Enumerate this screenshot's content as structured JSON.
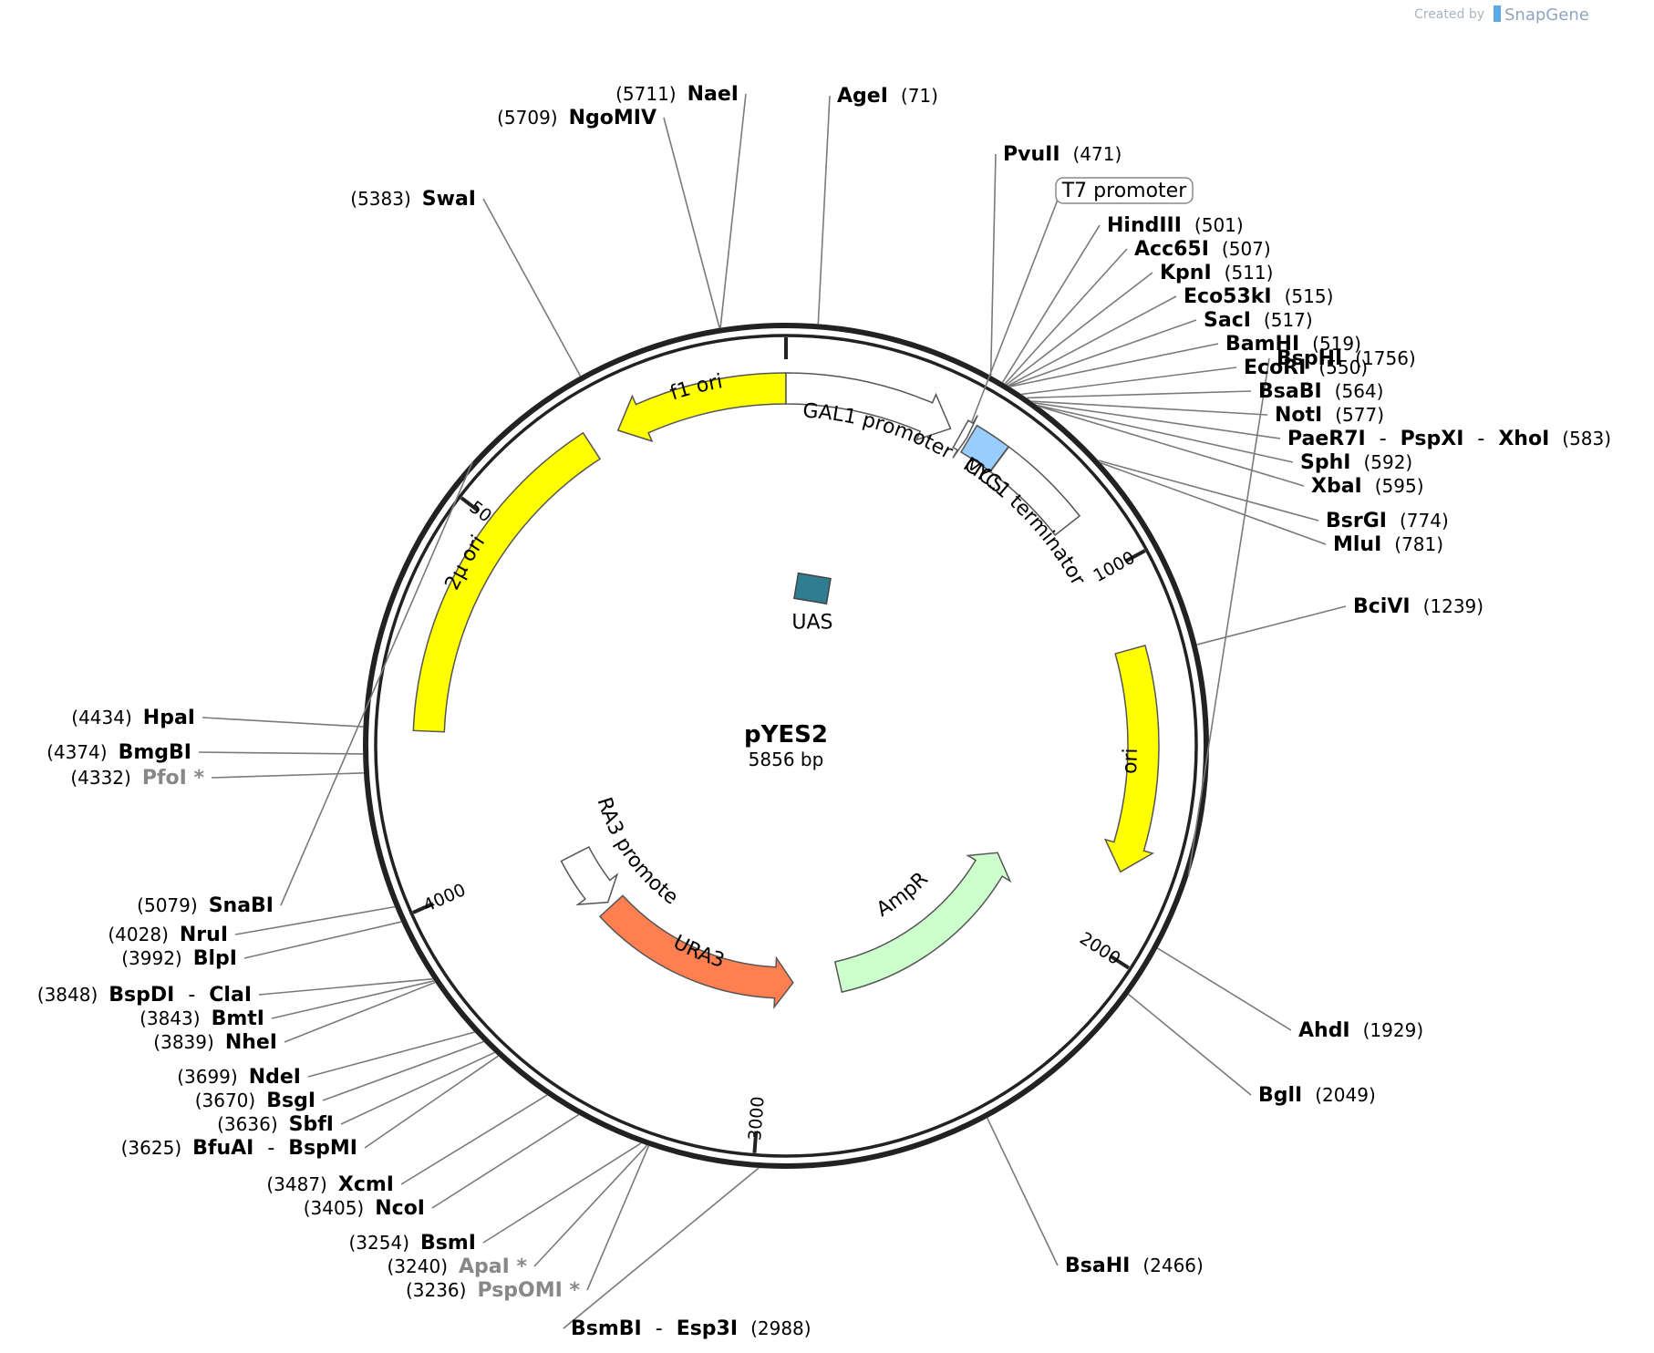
{
  "app": {
    "credit_prefix": "Created by",
    "credit_brand": "SnapGene",
    "brand_color": "#5aa9e6"
  },
  "map": {
    "name": "pYES2",
    "size_label": "5856 bp",
    "total_bp": 5856
  },
  "ticks": [
    {
      "bp": 0,
      "label": ""
    },
    {
      "bp": 1000,
      "label": "1000"
    },
    {
      "bp": 2000,
      "label": "2000"
    },
    {
      "bp": 3000,
      "label": "3000"
    },
    {
      "bp": 4000,
      "label": "4000"
    },
    {
      "bp": 5000,
      "label": "5000"
    }
  ],
  "features": [
    {
      "name": "f1 ori",
      "start": 5856,
      "end": 5400,
      "direction": "reverse",
      "color": "#ffff00",
      "lane": 1,
      "label_inside": true
    },
    {
      "name": "GAL1 promoter",
      "start": 0,
      "end": 446,
      "direction": "forward",
      "color": "#ffffff",
      "lane": 1,
      "label_inside": false
    },
    {
      "name": "T7 promoter",
      "start": 476,
      "end": 495,
      "direction": "forward",
      "color": "#ffffff",
      "lane": 1,
      "label_inside": false
    },
    {
      "name": "MCS",
      "start": 501,
      "end": 596,
      "direction": "none",
      "color": "#99ccff",
      "lane": 1,
      "label_inside": false
    },
    {
      "name": "CYC1 terminator",
      "start": 597,
      "end": 845,
      "direction": "none",
      "color": "#ffffff",
      "lane": 1,
      "label_inside": false
    },
    {
      "name": "UAS",
      "start": 120,
      "end": 190,
      "direction": "none",
      "color": "#2e7d91",
      "lane": 3,
      "label_inside": false
    },
    {
      "name": "ori",
      "start": 1210,
      "end": 1800,
      "direction": "forward",
      "color": "#ffff00",
      "lane": 1,
      "label_inside": true
    },
    {
      "name": "AmpR",
      "start": 2720,
      "end": 1900,
      "direction": "reverse",
      "color": "#ccffcc",
      "lane": 2,
      "label_inside": false
    },
    {
      "name": "URA3",
      "start": 3700,
      "end": 2900,
      "direction": "reverse",
      "color": "#ff7f50",
      "lane": 2,
      "label_inside": true
    },
    {
      "name": "URA3 promoter",
      "start": 3950,
      "end": 3720,
      "direction": "reverse",
      "color": "#ffffff",
      "lane": 2,
      "label_inside": false
    },
    {
      "name": "2μ ori",
      "start": 4430,
      "end": 5320,
      "direction": "none",
      "color": "#ffff00",
      "lane": 1,
      "label_inside": true
    }
  ],
  "sites": [
    {
      "names": [
        "NaeI"
      ],
      "pos": "(5711)",
      "bp": 5711,
      "dim": false
    },
    {
      "names": [
        "NgoMIV"
      ],
      "pos": "(5709)",
      "bp": 5709,
      "dim": false
    },
    {
      "names": [
        "AgeI"
      ],
      "pos": "(71)",
      "bp": 71,
      "dim": false
    },
    {
      "names": [
        "PvuII"
      ],
      "pos": "(471)",
      "bp": 471,
      "dim": false
    },
    {
      "names": [
        "HindIII"
      ],
      "pos": "(501)",
      "bp": 501,
      "dim": false
    },
    {
      "names": [
        "Acc65I"
      ],
      "pos": "(507)",
      "bp": 507,
      "dim": false
    },
    {
      "names": [
        "KpnI"
      ],
      "pos": "(511)",
      "bp": 511,
      "dim": false
    },
    {
      "names": [
        "Eco53kI"
      ],
      "pos": "(515)",
      "bp": 515,
      "dim": false
    },
    {
      "names": [
        "SacI"
      ],
      "pos": "(517)",
      "bp": 517,
      "dim": false
    },
    {
      "names": [
        "BamHI"
      ],
      "pos": "(519)",
      "bp": 519,
      "dim": false
    },
    {
      "names": [
        "EcoRI"
      ],
      "pos": "(550)",
      "bp": 550,
      "dim": false
    },
    {
      "names": [
        "BsaBI"
      ],
      "pos": "(564)",
      "bp": 564,
      "dim": false
    },
    {
      "names": [
        "NotI"
      ],
      "pos": "(577)",
      "bp": 577,
      "dim": false
    },
    {
      "names": [
        "PaeR7I",
        "PspXI",
        "XhoI"
      ],
      "pos": "(583)",
      "bp": 583,
      "dim": false
    },
    {
      "names": [
        "SphI"
      ],
      "pos": "(592)",
      "bp": 592,
      "dim": false
    },
    {
      "names": [
        "XbaI"
      ],
      "pos": "(595)",
      "bp": 595,
      "dim": false
    },
    {
      "names": [
        "BsrGI"
      ],
      "pos": "(774)",
      "bp": 774,
      "dim": false
    },
    {
      "names": [
        "MluI"
      ],
      "pos": "(781)",
      "bp": 781,
      "dim": false
    },
    {
      "names": [
        "BciVI"
      ],
      "pos": "(1239)",
      "bp": 1239,
      "dim": false
    },
    {
      "names": [
        "BspHI"
      ],
      "pos": "(1756)",
      "bp": 1756,
      "dim": false
    },
    {
      "names": [
        "AhdI"
      ],
      "pos": "(1929)",
      "bp": 1929,
      "dim": false
    },
    {
      "names": [
        "BglI"
      ],
      "pos": "(2049)",
      "bp": 2049,
      "dim": false
    },
    {
      "names": [
        "BsaHI"
      ],
      "pos": "(2466)",
      "bp": 2466,
      "dim": false
    },
    {
      "names": [
        "BsmBI",
        "Esp3I"
      ],
      "pos": "(2988)",
      "bp": 2988,
      "dim": false
    },
    {
      "names": [
        "PspOMI *"
      ],
      "pos": "(3236)",
      "bp": 3236,
      "dim": true
    },
    {
      "names": [
        "ApaI *"
      ],
      "pos": "(3240)",
      "bp": 3240,
      "dim": true
    },
    {
      "names": [
        "BsmI"
      ],
      "pos": "(3254)",
      "bp": 3254,
      "dim": false
    },
    {
      "names": [
        "NcoI"
      ],
      "pos": "(3405)",
      "bp": 3405,
      "dim": false
    },
    {
      "names": [
        "XcmI"
      ],
      "pos": "(3487)",
      "bp": 3487,
      "dim": false
    },
    {
      "names": [
        "BfuAI",
        "BspMI"
      ],
      "pos": "(3625)",
      "bp": 3625,
      "dim": false
    },
    {
      "names": [
        "SbfI"
      ],
      "pos": "(3636)",
      "bp": 3636,
      "dim": false
    },
    {
      "names": [
        "BsgI"
      ],
      "pos": "(3670)",
      "bp": 3670,
      "dim": false
    },
    {
      "names": [
        "NdeI"
      ],
      "pos": "(3699)",
      "bp": 3699,
      "dim": false
    },
    {
      "names": [
        "NheI"
      ],
      "pos": "(3839)",
      "bp": 3839,
      "dim": false
    },
    {
      "names": [
        "BmtI"
      ],
      "pos": "(3843)",
      "bp": 3843,
      "dim": false
    },
    {
      "names": [
        "BspDI",
        "ClaI"
      ],
      "pos": "(3848)",
      "bp": 3848,
      "dim": false
    },
    {
      "names": [
        "BlpI"
      ],
      "pos": "(3992)",
      "bp": 3992,
      "dim": false
    },
    {
      "names": [
        "NruI"
      ],
      "pos": "(4028)",
      "bp": 4028,
      "dim": false
    },
    {
      "names": [
        "PfoI *"
      ],
      "pos": "(4332)",
      "bp": 4332,
      "dim": true
    },
    {
      "names": [
        "BmgBI"
      ],
      "pos": "(4374)",
      "bp": 4374,
      "dim": false
    },
    {
      "names": [
        "HpaI"
      ],
      "pos": "(4434)",
      "bp": 4434,
      "dim": false
    },
    {
      "names": [
        "SnaBI"
      ],
      "pos": "(5079)",
      "bp": 5079,
      "dim": false
    },
    {
      "names": [
        "SwaI"
      ],
      "pos": "(5383)",
      "bp": 5383,
      "dim": false
    }
  ]
}
